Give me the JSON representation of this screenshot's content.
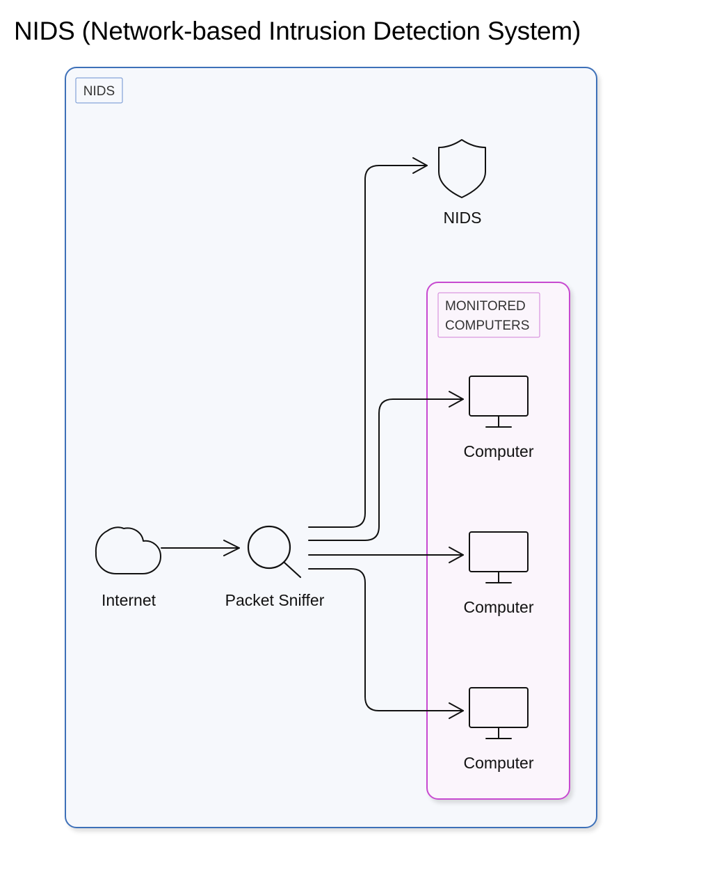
{
  "title": "NIDS (Network-based Intrusion Detection System)",
  "colors": {
    "outer_group_border": "#3d6fb8",
    "outer_group_fill": "#f6f8fc",
    "inner_group_border": "#c74ad0",
    "inner_group_fill": "#fbf5fc",
    "edge": "#111111"
  },
  "groups": {
    "outer": {
      "label": "NIDS"
    },
    "monitored": {
      "label_line1": "MONITORED",
      "label_line2": "COMPUTERS"
    }
  },
  "nodes": {
    "internet": {
      "label": "Internet",
      "icon": "cloud-icon"
    },
    "sniffer": {
      "label": "Packet Sniffer",
      "icon": "magnifier-icon"
    },
    "nids": {
      "label": "NIDS",
      "icon": "shield-icon"
    },
    "computer_1": {
      "label": "Computer",
      "icon": "monitor-icon"
    },
    "computer_2": {
      "label": "Computer",
      "icon": "monitor-icon"
    },
    "computer_3": {
      "label": "Computer",
      "icon": "monitor-icon"
    }
  },
  "edges": [
    {
      "from": "Internet",
      "to": "Packet Sniffer"
    },
    {
      "from": "Packet Sniffer",
      "to": "NIDS"
    },
    {
      "from": "Packet Sniffer",
      "to": "Computer"
    },
    {
      "from": "Packet Sniffer",
      "to": "Computer"
    },
    {
      "from": "Packet Sniffer",
      "to": "Computer"
    }
  ]
}
